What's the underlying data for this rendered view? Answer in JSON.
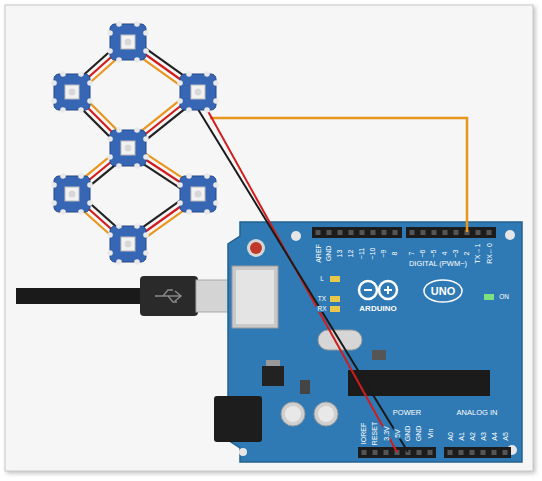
{
  "diagram": {
    "labels": [
      "AREF",
      "GND",
      "13",
      "12",
      "~11",
      "~10",
      "~9",
      "8",
      "7",
      "~6",
      "~5",
      "4",
      "~3",
      "2",
      "TX→1",
      "RX←0",
      "DIGITAL (PWM~)",
      "ARDUINO",
      "UNO",
      "L",
      "TX",
      "RX",
      "ON",
      "POWER",
      "ANALOG IN",
      "IOREF",
      "RESET",
      "3.3V",
      "5V",
      "GND",
      "GND",
      "Vin",
      "A0",
      "A1",
      "A2",
      "A3",
      "A4",
      "A5"
    ]
  }
}
